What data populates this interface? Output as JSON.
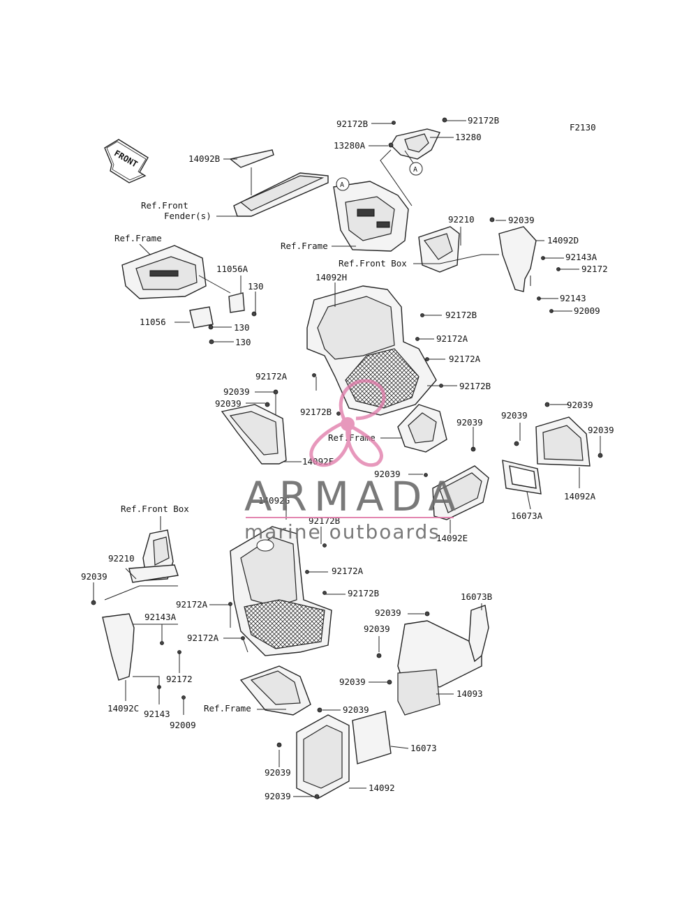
{
  "figure_code": "F2130",
  "front_arrow_label": "FRONT",
  "labels": {
    "l_92172B_a": "92172B",
    "l_92172B_b": "92172B",
    "l_13280A": "13280A",
    "l_13280": "13280",
    "l_A1": "A",
    "l_A2": "A",
    "l_14092B": "14092B",
    "l_ref_front_fender_1": "Ref.Front",
    "l_ref_front_fender_2": "Fender(s)",
    "l_ref_frame_top": "Ref.Frame",
    "l_ref_frame_left": "Ref.Frame",
    "l_92210_a": "92210",
    "l_92039_a": "92039",
    "l_14092D": "14092D",
    "l_ref_front_box_a": "Ref.Front Box",
    "l_92143A_a": "92143A",
    "l_92172_a": "92172",
    "l_11056A": "11056A",
    "l_130_a": "130",
    "l_130_b": "130",
    "l_130_c": "130",
    "l_11056": "11056",
    "l_14092H": "14092H",
    "l_92143_a": "92143",
    "l_92009_a": "92009",
    "l_92172B_c": "92172B",
    "l_92172A_a": "92172A",
    "l_92172A_b": "92172A",
    "l_92172A_c": "92172A",
    "l_92172B_d": "92172B",
    "l_92039_b": "92039",
    "l_92039_c": "92039",
    "l_92172B_e": "92172B",
    "l_ref_frame_mid": "Ref.Frame",
    "l_14092F": "14092F",
    "l_92039_d": "92039",
    "l_92039_e": "92039",
    "l_92039_f": "92039",
    "l_92039_g": "92039",
    "l_92039_h": "92039",
    "l_14092A": "14092A",
    "l_16073A": "16073A",
    "l_14092E": "14092E",
    "l_14092G": "14092G",
    "l_92172B_f": "92172B",
    "l_ref_front_box_b": "Ref.Front Box",
    "l_92210_b": "92210",
    "l_92039_i": "92039",
    "l_92172A_d": "92172A",
    "l_92172B_g": "92172B",
    "l_92172A_e": "92172A",
    "l_92143A_b": "92143A",
    "l_92172A_f": "92172A",
    "l_92172_b": "92172",
    "l_16073B": "16073B",
    "l_92039_j": "92039",
    "l_92039_k": "92039",
    "l_92039_l": "92039",
    "l_14093": "14093",
    "l_14092C": "14092C",
    "l_92143_b": "92143",
    "l_92009_b": "92009",
    "l_ref_frame_bottom": "Ref.Frame",
    "l_92039_m": "92039",
    "l_16073": "16073",
    "l_92039_n": "92039",
    "l_14092": "14092",
    "l_92039_o": "92039"
  },
  "watermark": {
    "brand": "ARMADA",
    "tagline": "marine outboards",
    "accent_color": "#e07aa8",
    "text_color": "#6b6b6b"
  }
}
